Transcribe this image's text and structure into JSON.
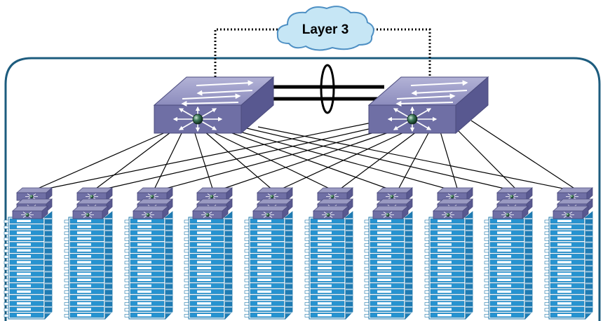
{
  "cloud": {
    "label": "Layer 3"
  },
  "colors": {
    "cloud_fill": "#c6e6f5",
    "cloud_stroke": "#4e90c4",
    "pod_border": "#1d5c7e",
    "switch_top": "#9a9ac2",
    "switch_front": "#6f6fa5",
    "server_fill": "#2793d0",
    "server_stroke": "#1a74a8"
  },
  "topology": {
    "aggregation_switches": 2,
    "access_racks": 10,
    "uplinks_per_rack": 2
  }
}
